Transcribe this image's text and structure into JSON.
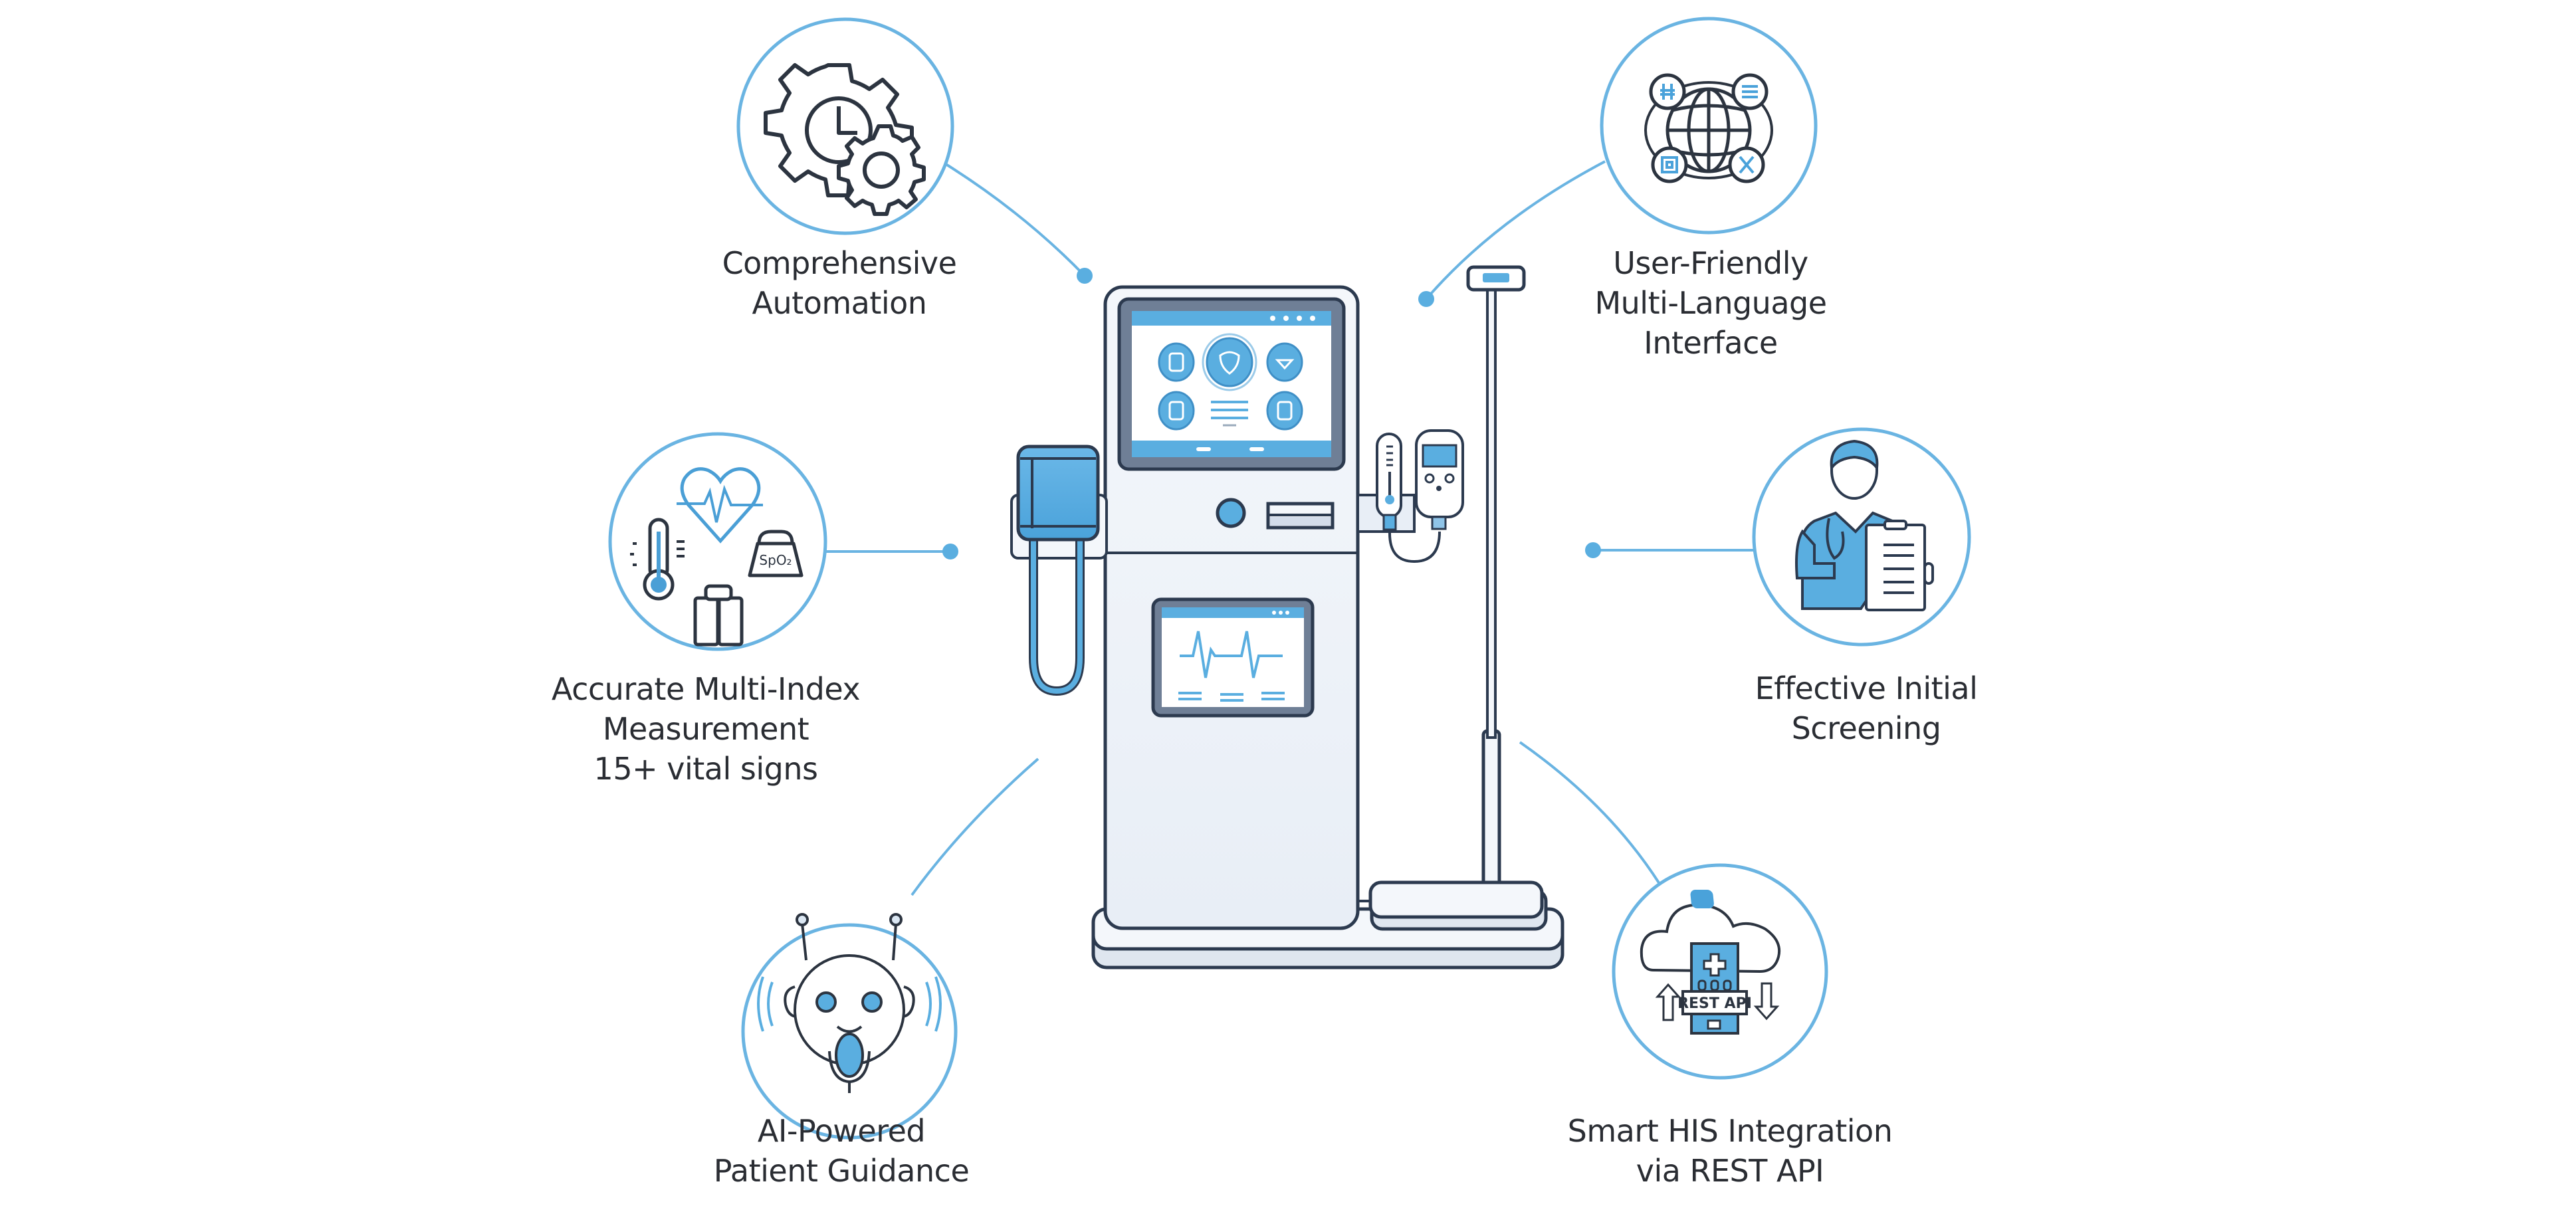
{
  "diagram": {
    "subject": "Health screening kiosk",
    "colors": {
      "accent": "#5aaee0",
      "accent_dark": "#3f93cc",
      "outline": "#2c3a4f",
      "panel": "#eef3f9",
      "text": "#2a2d33",
      "background": "#ffffff"
    },
    "features": [
      {
        "id": "automation",
        "icon": "gear-clock-icon",
        "lines": [
          "Comprehensive",
          "Automation"
        ]
      },
      {
        "id": "multi-language",
        "icon": "globe-language-icon",
        "lines": [
          "User-Friendly",
          "Multi-Language",
          "Interface"
        ]
      },
      {
        "id": "measurement",
        "icon": "vital-signs-icon",
        "lines": [
          "Accurate Multi-Index",
          "Measurement",
          "15+ vital signs"
        ]
      },
      {
        "id": "screening",
        "icon": "doctor-clipboard-icon",
        "lines": [
          "Effective Initial",
          "Screening"
        ]
      },
      {
        "id": "ai-guidance",
        "icon": "robot-assistant-icon",
        "lines": [
          "AI-Powered",
          "Patient Guidance"
        ]
      },
      {
        "id": "his-integration",
        "icon": "cloud-hospital-api-icon",
        "lines": [
          "Smart HIS Integration",
          "via REST API"
        ],
        "icon_text": "REST API"
      }
    ]
  }
}
